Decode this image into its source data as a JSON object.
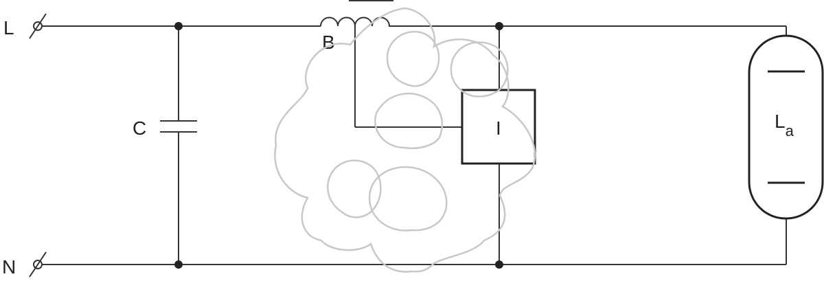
{
  "terminals": {
    "line": "L",
    "neutral": "N"
  },
  "components": {
    "capacitor": "C",
    "ballast": "B",
    "ignitor": "I",
    "lamp_main": "L",
    "lamp_sub": "a"
  }
}
